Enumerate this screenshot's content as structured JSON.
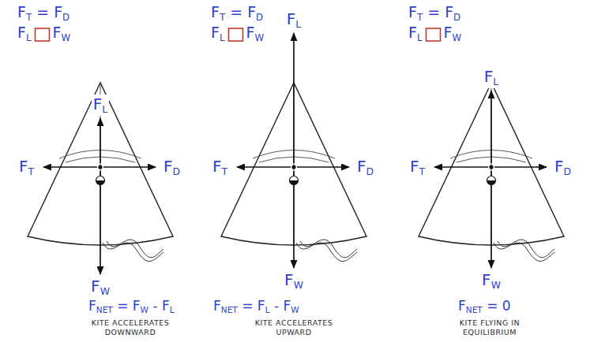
{
  "diagram": {
    "labels": [
      "FT = FD",
      "FL",
      "FW",
      "FL",
      "FT",
      "FD",
      "FW",
      "FNET = FW - FL",
      "KITE ACCELERATES DOWNWARD",
      "FT = FD",
      "FL",
      "FW",
      "FL",
      "FT",
      "FD",
      "FW",
      "FNET = FL - FW",
      "KITE ACCELERATES UPWARD",
      "FT = FD",
      "FL",
      "FW",
      "FL",
      "FT",
      "FD",
      "FW",
      "FNET = 0",
      "KITE FLYING IN EQUILIBRIUM"
    ]
  }
}
